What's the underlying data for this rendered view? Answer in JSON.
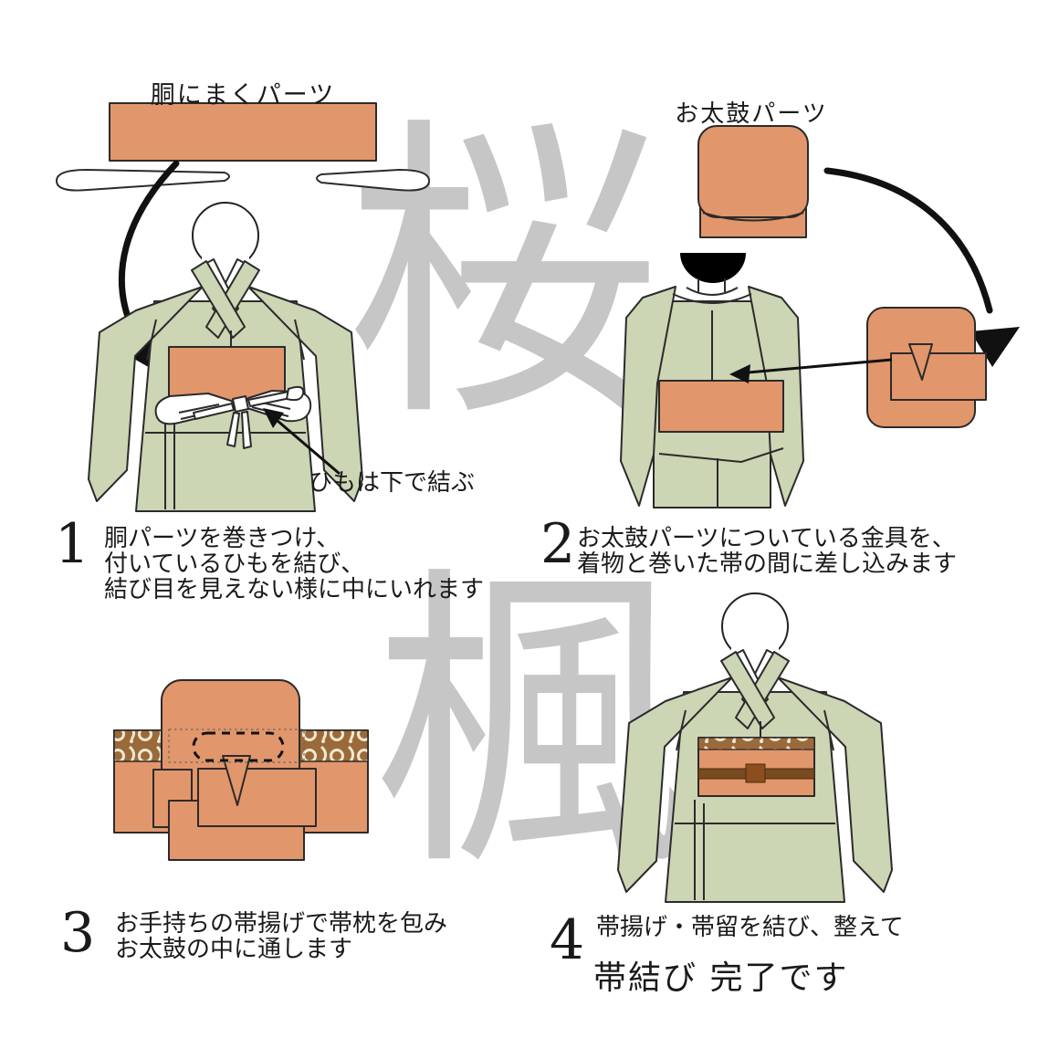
{
  "document": {
    "type": "kimono-obi-tying-instructions",
    "background": "#ffffff"
  },
  "watermarks": [
    {
      "name": "sakura",
      "char": "桜"
    },
    {
      "name": "kaede",
      "char": "楓"
    }
  ],
  "part_labels": {
    "torso_part": "胴にまくパーツ",
    "otaiko_part": "お太鼓パーツ"
  },
  "annotations": {
    "himo_note": "ひもは下で結ぶ"
  },
  "steps": [
    {
      "number": "1",
      "lines": [
        "胴パーツを巻きつけ、",
        "付いているひもを結び、",
        "結び目を見えない様に中にいれます"
      ]
    },
    {
      "number": "2",
      "lines": [
        "お太鼓パーツについている金具を、",
        "着物と巻いた帯の間に差し込みます"
      ]
    },
    {
      "number": "3",
      "lines": [
        "お手持ちの帯揚げで帯枕を包み",
        "お太鼓の中に通します"
      ]
    },
    {
      "number": "4",
      "lines": [
        "帯揚げ・帯留を結び、整えて"
      ],
      "finish": "帯結び 完了です"
    }
  ],
  "colors": {
    "obi_orange": "#e2966c",
    "kimono_green": "#ccd5b4",
    "pattern_brown": "#9b6a3a",
    "pattern_cream": "#f2e7cf",
    "cord_brown": "#7a4a20",
    "watermark_gray": "#c6c6c6",
    "line_black": "#1a1a1a"
  }
}
